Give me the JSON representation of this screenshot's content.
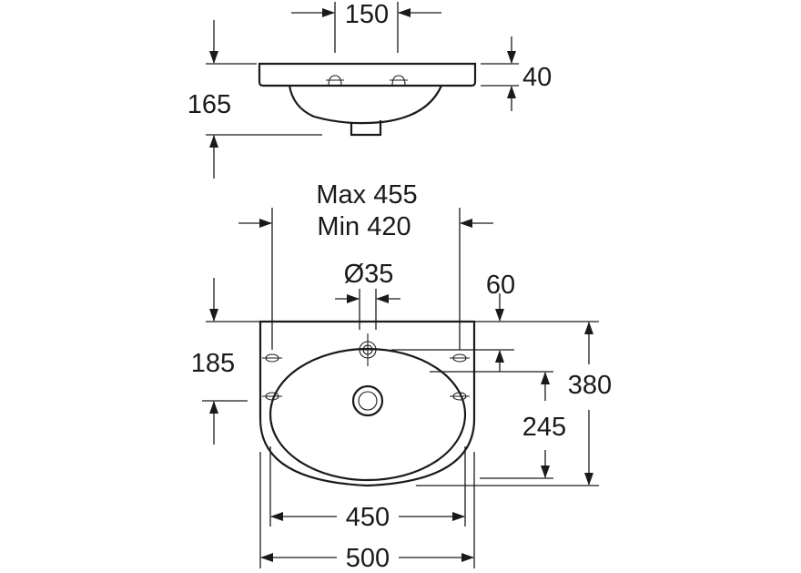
{
  "dimensions": {
    "top_hole_spacing": "150",
    "top_rim_thickness": "40",
    "top_depth": "165",
    "wall_distance_max": "Max 455",
    "wall_distance_min": "Min 420",
    "tap_hole_diameter": "Ø35",
    "tap_hole_offset": "60",
    "mounting_height": "185",
    "outlet_position": "245",
    "overall_depth": "380",
    "bowl_width": "450",
    "overall_width": "500"
  }
}
